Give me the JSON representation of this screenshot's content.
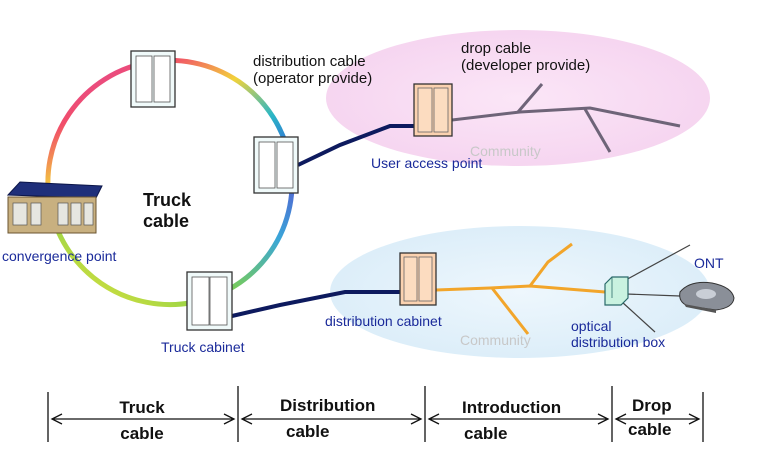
{
  "labels": {
    "distribution_cable_line1": "distribution cable",
    "distribution_cable_line2": "(operator provide)",
    "drop_cable_line1": "drop cable",
    "drop_cable_line2": "(developer provide)",
    "community_upper": "Community",
    "user_access_point": "User access point",
    "truck_cable_line1": "Truck",
    "truck_cable_line2": "cable",
    "convergence_point": "convergence point",
    "truck_cabinet": "Truck cabinet",
    "distribution_cabinet": "distribution cabinet",
    "community_lower": "Community",
    "optical_box_line1": "optical",
    "optical_box_line2": "distribution box",
    "ont": "ONT"
  },
  "segments": [
    {
      "line1": "Truck",
      "line2": "cable"
    },
    {
      "line1": "Distribution",
      "line2": "cable"
    },
    {
      "line1": "Introduction",
      "line2": "cable"
    },
    {
      "line1": "Drop",
      "line2": "cable"
    }
  ],
  "colors": {
    "upper_community_fill": "#f7dcf1",
    "lower_community_fill": "#e4f1fb",
    "dark_cable": "#0d1a5e",
    "drop_cable": "#6e6478",
    "intro_cable": "#f2a52a",
    "cabinet_fill": "#f0fafa",
    "access_cabinet_fill": "#fbd2b0",
    "label_blue": "#1a2a9a"
  }
}
